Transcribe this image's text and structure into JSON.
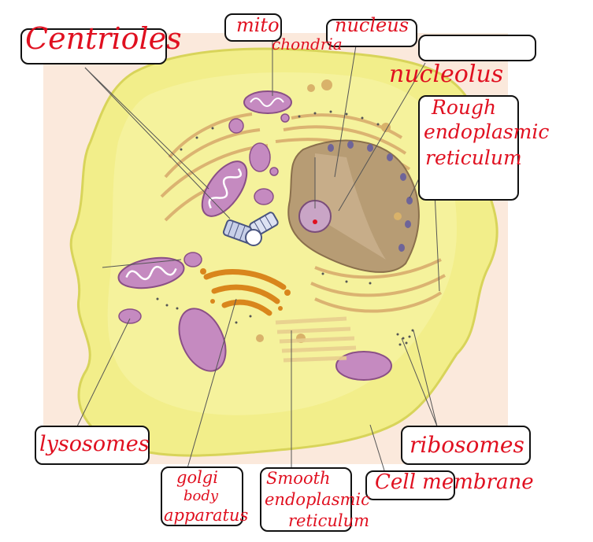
{
  "diagram": {
    "colors": {
      "background_panel": "#fbe9dc",
      "cytoplasm": "#f2ee8a",
      "cytoplasm_edge": "#d8d45a",
      "nucleus": "#b79c74",
      "nucleolus": "#c9a5c6",
      "mitochondria": "#c58ac0",
      "golgi": "#d9861c",
      "handwriting": "#e01020",
      "leader_line": "#555555"
    },
    "labels": {
      "centrioles": "Centrioles",
      "mitochondria_line1": "mito",
      "mitochondria_line2": "chondria",
      "nucleus": "nucleus",
      "nucleolus": "nucleolus",
      "rough_er_line1": "Rough",
      "rough_er_line2": "endoplasmic",
      "rough_er_line3": "reticulum",
      "lysosomes": "lysosomes",
      "golgi_line1": "golgi",
      "golgi_line2": "body",
      "golgi_line3": "apparatus",
      "smooth_er_line1": "Smooth",
      "smooth_er_line2": "endoplasmic",
      "smooth_er_line3": "reticulum",
      "ribosomes": "ribosomes",
      "cell_membrane": "Cell membrane"
    }
  }
}
